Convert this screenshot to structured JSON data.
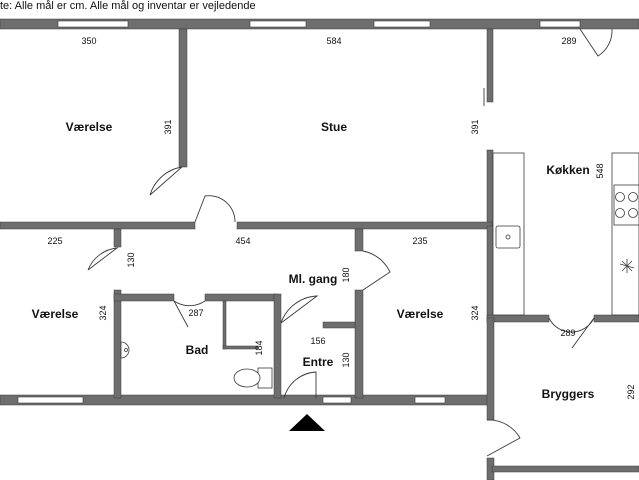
{
  "note": "te: Alle mål er cm. Alle mål og inventar er vejledende",
  "rooms": {
    "vaerelse_nw": "Værelse",
    "stue": "Stue",
    "kokken": "Køkken",
    "vaerelse_w": "Værelse",
    "mlgang": "Ml. gang",
    "vaerelse_c": "Værelse",
    "bad": "Bad",
    "entre": "Entre",
    "bryggers": "Bryggers"
  },
  "dims": {
    "d350": "350",
    "d584": "584",
    "d289_top": "289",
    "d391_a": "391",
    "d391_b": "391",
    "d548": "548",
    "d225": "225",
    "d454": "454",
    "d235": "235",
    "d130_a": "130",
    "d180": "180",
    "d324_a": "324",
    "d287": "287",
    "d324_b": "324",
    "d289_mid": "289",
    "d156": "156",
    "d184": "184",
    "d130_b": "130",
    "d292": "292"
  }
}
